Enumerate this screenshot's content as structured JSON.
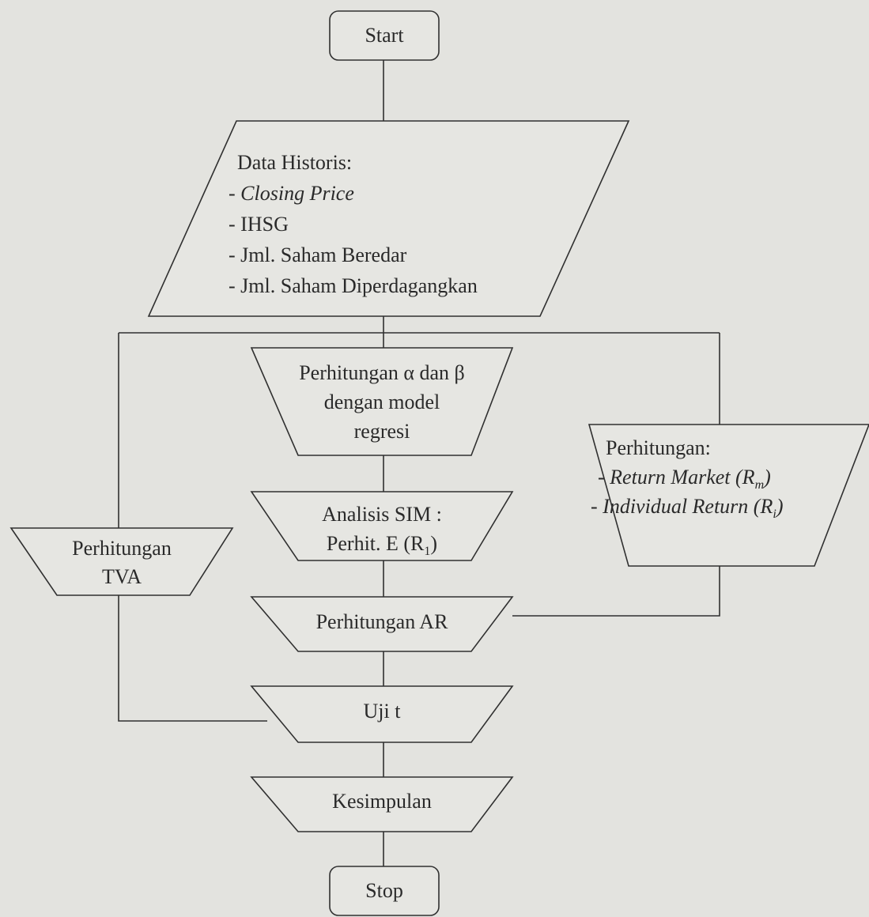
{
  "nodes": {
    "start": {
      "label": "Start"
    },
    "data_historis": {
      "heading": "Data Historis:",
      "items": [
        {
          "prefix": "- ",
          "text": "Closing Price",
          "italic": true
        },
        {
          "prefix": "- ",
          "text": "IHSG",
          "italic": false
        },
        {
          "prefix": "- ",
          "text": "Jml. Saham Beredar",
          "italic": false
        },
        {
          "prefix": "- ",
          "text": "Jml. Saham Diperdagangkan",
          "italic": false
        }
      ]
    },
    "alpha_beta": {
      "lines": [
        "Perhitungan α dan β",
        "dengan model",
        "regresi"
      ]
    },
    "returns": {
      "heading": "Perhitungan:",
      "item1_prefix": "- ",
      "item1_text": "Return Market (R",
      "item1_sub": "m",
      "item1_close": ")",
      "item2_prefix": "- ",
      "item2_text": "Individual Return (R",
      "item2_sub": "i",
      "item2_close": ")"
    },
    "sim": {
      "line1": "Analisis SIM :",
      "line2_text": "Perhit. E (R",
      "line2_sub": "1",
      "line2_close": ")"
    },
    "tva": {
      "lines": [
        "Perhitungan",
        "TVA"
      ]
    },
    "ar": {
      "label": "Perhitungan AR"
    },
    "uji_t": {
      "label": "Uji t"
    },
    "kesimpulan": {
      "label": "Kesimpulan"
    },
    "stop": {
      "label": "Stop"
    }
  }
}
